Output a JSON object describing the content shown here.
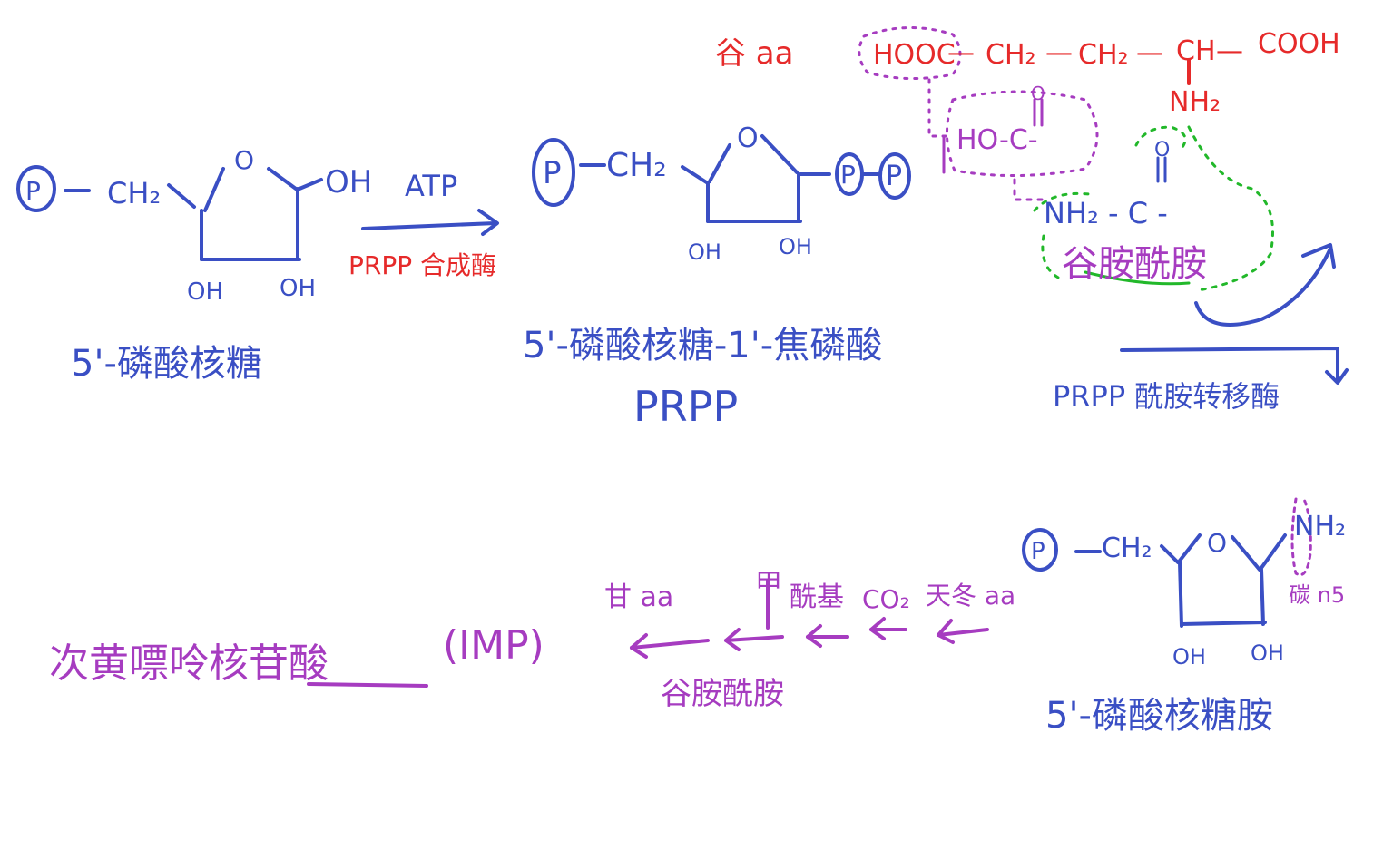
{
  "colors": {
    "blue": "#3a4fc4",
    "red": "#e62a2a",
    "purple": "#a63cc0",
    "green": "#22b82a"
  },
  "molecule_1": {
    "phosphate": "P",
    "ch2": "CH₂",
    "ring_o": "O",
    "oh_c1": "OH",
    "oh_c2": "OH",
    "oh_c3": "OH",
    "name": "5'-磷酸核糖"
  },
  "reaction_1": {
    "cofactor": "ATP",
    "enzyme": "PRPP 合成酶"
  },
  "molecule_2": {
    "phosphate": "P",
    "ch2": "CH₂",
    "ring_o": "O",
    "pp_1": "P",
    "pp_2": "P",
    "oh_c2": "OH",
    "oh_c3": "OH",
    "name": "5'-磷酸核糖-1'-焦磷酸",
    "abbr": "PRPP"
  },
  "glutamine": {
    "name": "谷 aa",
    "chain": [
      "HOOC",
      "—",
      "CH₂",
      "—",
      "CH₂",
      "—",
      "CH",
      "—",
      "COOH"
    ],
    "nh2": "NH₂",
    "ho_c": "HO-C-",
    "carbonyl_o_1": "O",
    "amide_nh2_c": "NH₂ - C -",
    "carbonyl_o_2": "O",
    "glutamine_label": "谷胺酰胺",
    "enzyme": "PRPP 酰胺转移酶"
  },
  "molecule_3": {
    "phosphate": "P",
    "ch2": "CH₂",
    "ring_o": "O",
    "nh2": "NH₂",
    "oh_c2": "OH",
    "oh_c3": "OH",
    "name": "5'-磷酸核糖胺",
    "note": "碳 n5"
  },
  "pathway": {
    "item_1": "甘 aa",
    "item_2": "甲",
    "item_3": "酰基",
    "item_4": "CO₂",
    "item_5": "天冬 aa",
    "item_6": "谷胺酰胺",
    "product": "次黄嘌呤核苷酸",
    "product_abbr": "(IMP)"
  }
}
